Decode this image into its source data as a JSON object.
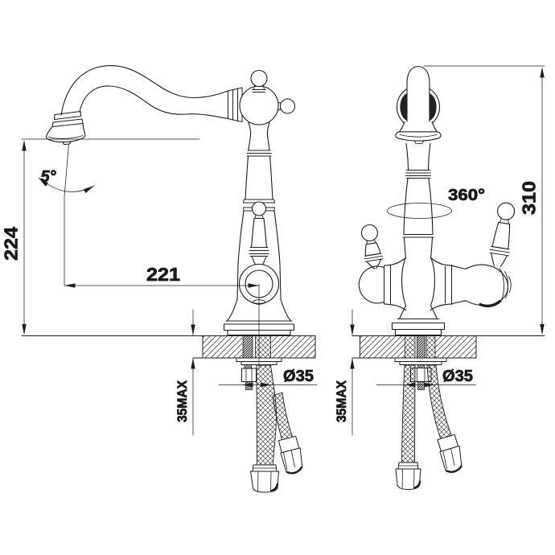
{
  "drawing": {
    "background": "#ffffff",
    "ink": "#1c1c1c",
    "subject": "kitchen faucet dimensional technical drawing, two orthographic views",
    "side_view": {
      "name": "side view",
      "dim_height_to_spout": "224",
      "dim_spout_reach": "221",
      "dim_spout_angle": "5°",
      "dim_deck_thickness": "35MAX",
      "dim_hole_diameter": "Ø35"
    },
    "front_view": {
      "name": "front view",
      "dim_overall_height": "310",
      "dim_swivel_angle": "360°",
      "dim_deck_thickness": "35MAX",
      "dim_hole_diameter": "Ø35"
    }
  }
}
